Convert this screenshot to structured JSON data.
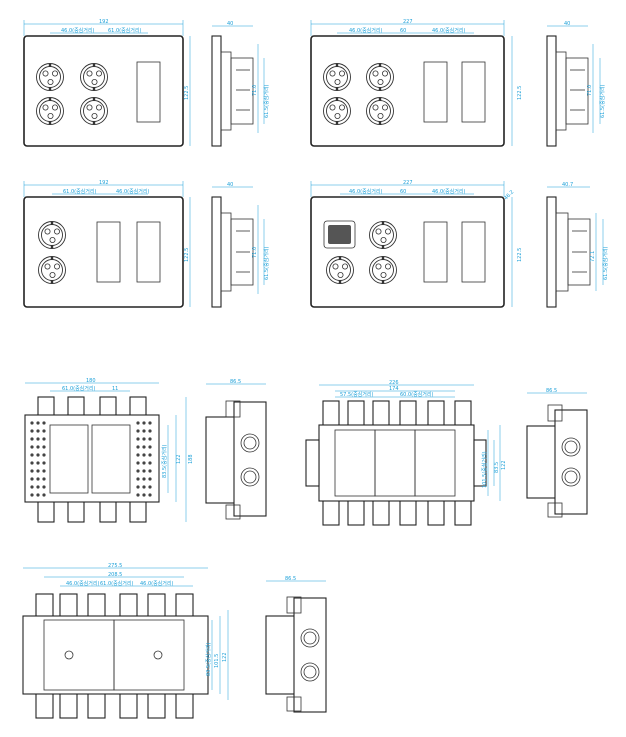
{
  "drawing": {
    "accent_color": "#1a9fd8",
    "line_color": "#222222",
    "views": [
      {
        "id": "front-4-socket-1-switch",
        "dims": {
          "width": "192",
          "seg_a": "46.0(중심거리)",
          "seg_b": "61.0(중심거리)",
          "height": "122.5"
        }
      },
      {
        "id": "side-1",
        "dims": {
          "depth": "40",
          "h1": "71.0",
          "h2": "61.5(중심거리)"
        }
      },
      {
        "id": "front-4-socket-2-switch",
        "dims": {
          "width": "227",
          "seg_a": "46.0(중심거리)",
          "seg_b": "60",
          "seg_c": "46.0(중심거리)",
          "height": "122.5"
        }
      },
      {
        "id": "side-2",
        "dims": {
          "depth": "40",
          "h1": "71.0",
          "h2": "61.5(중심거리)"
        }
      },
      {
        "id": "front-2-socket-2-switch",
        "dims": {
          "width": "192",
          "seg_a": "61.0(중심거리)",
          "seg_b": "46.0(중심거리)",
          "height": "122.5"
        }
      },
      {
        "id": "side-3",
        "dims": {
          "depth": "40",
          "h1": "71.0",
          "h2": "61.5(중심거리)"
        }
      },
      {
        "id": "front-usb-3-socket-2-switch",
        "dims": {
          "width": "227",
          "seg_a": "46.0(중심거리)",
          "seg_b": "60",
          "seg_c": "46.0(중심거리)",
          "height": "122.5",
          "tilt": "46.2"
        }
      },
      {
        "id": "side-4",
        "dims": {
          "depth": "40.7",
          "h1": "72.1",
          "h2": "61.5(중심거리)"
        }
      },
      {
        "id": "box-2-gang",
        "dims": {
          "width": "180",
          "seg_a": "61.0(중심거리)",
          "seg_b": "11",
          "inner": "83.5(중심거리)",
          "h2": "122",
          "height": "188"
        }
      },
      {
        "id": "box-2-gang-side",
        "dims": {
          "depth": "86.5"
        }
      },
      {
        "id": "box-3-gang",
        "dims": {
          "width": "226",
          "seg_a": "174",
          "seg_b": "57.5(중심거리)",
          "seg_c": "60.0(중심거리)",
          "inner": "101.5(중심거리)",
          "h2": "83.5",
          "height": "122"
        }
      },
      {
        "id": "box-3-gang-side",
        "dims": {
          "depth": "86.5"
        }
      },
      {
        "id": "box-4-gang",
        "dims": {
          "width": "275.5",
          "seg_a": "208.5",
          "seg_b": "46.0(중심거리)",
          "seg_c": "61.0(중심거리)",
          "seg_d": "46.0(중심거리)",
          "inner": "83.5(중심거리)",
          "h2": "101.5",
          "height": "122"
        }
      },
      {
        "id": "box-4-gang-side",
        "dims": {
          "depth": "86.5"
        }
      }
    ]
  }
}
